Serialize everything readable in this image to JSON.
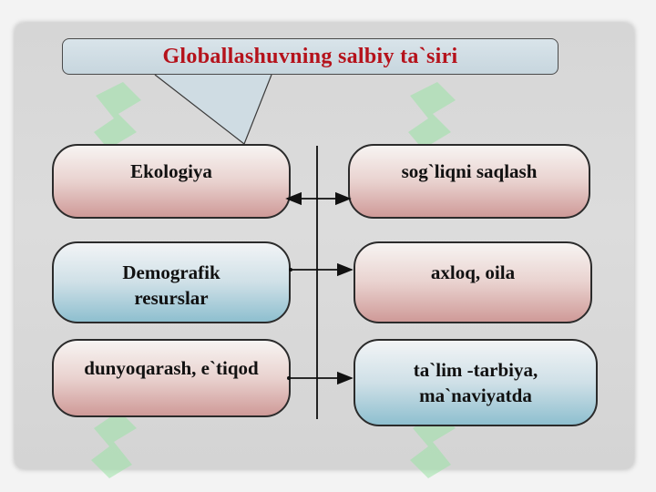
{
  "title": "Globallashuvning salbiy ta`siri",
  "left_items": [
    {
      "label": "Ekologiya",
      "color": "pink"
    },
    {
      "label": "Demografik resurslar",
      "color": "blue"
    },
    {
      "label": "dunyoqarash, e`tiqod",
      "color": "pink"
    }
  ],
  "right_items": [
    {
      "label": "sog`liqni saqlash",
      "color": "pink"
    },
    {
      "label": "axloq, oila",
      "color": "pink"
    },
    {
      "label": "ta`lim  -tarbiya, ma`naviyatda",
      "color": "blue"
    }
  ],
  "colors": {
    "title": "#b5121b",
    "watermark": "#9be3a6",
    "pink_box": "#cf9a98",
    "blue_box": "#8ebfcf"
  }
}
